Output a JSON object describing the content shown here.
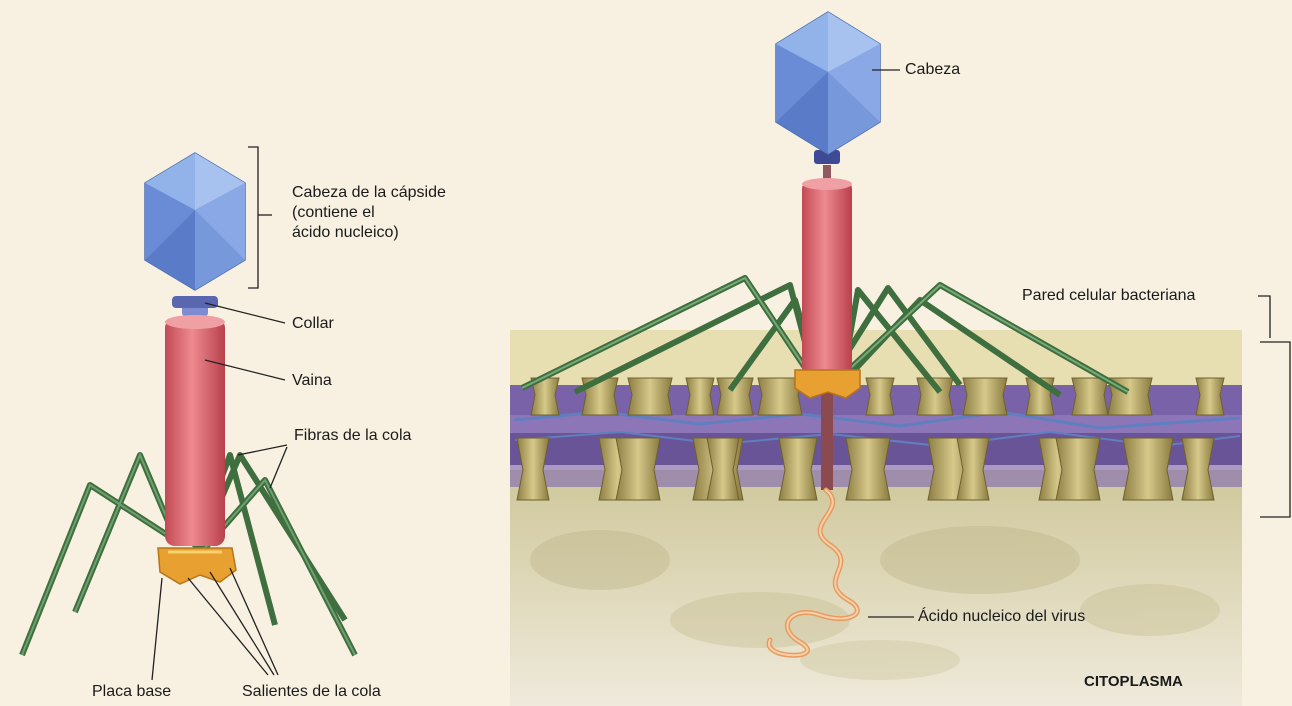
{
  "left_panel": {
    "capsid_head_label": [
      "Cabeza de la cápside",
      "(contiene el",
      "ácido nucleico)"
    ],
    "collar_label": "Collar",
    "sheath_label": "Vaina",
    "tail_fibers_label": "Fibras de la cola",
    "base_plate_label": "Placa base",
    "tail_pins_label": "Salientes de la cola"
  },
  "right_panel": {
    "head_label": "Cabeza",
    "cell_wall_label": "Pared celular bacteriana",
    "viral_nucleic_acid_label": "Ácido nucleico del virus",
    "cytoplasm_label": "CITOPLASMA"
  },
  "colors": {
    "capsid": "#7a9ce0",
    "sheath": "#d9626b",
    "fibers": "#4a7a4a",
    "base_plate": "#e8a030",
    "membrane": "#6e5a9e",
    "protein": "#b4a664",
    "cytoplasm": "#d9d3a8",
    "nucleic_acid": "#e89a60"
  }
}
